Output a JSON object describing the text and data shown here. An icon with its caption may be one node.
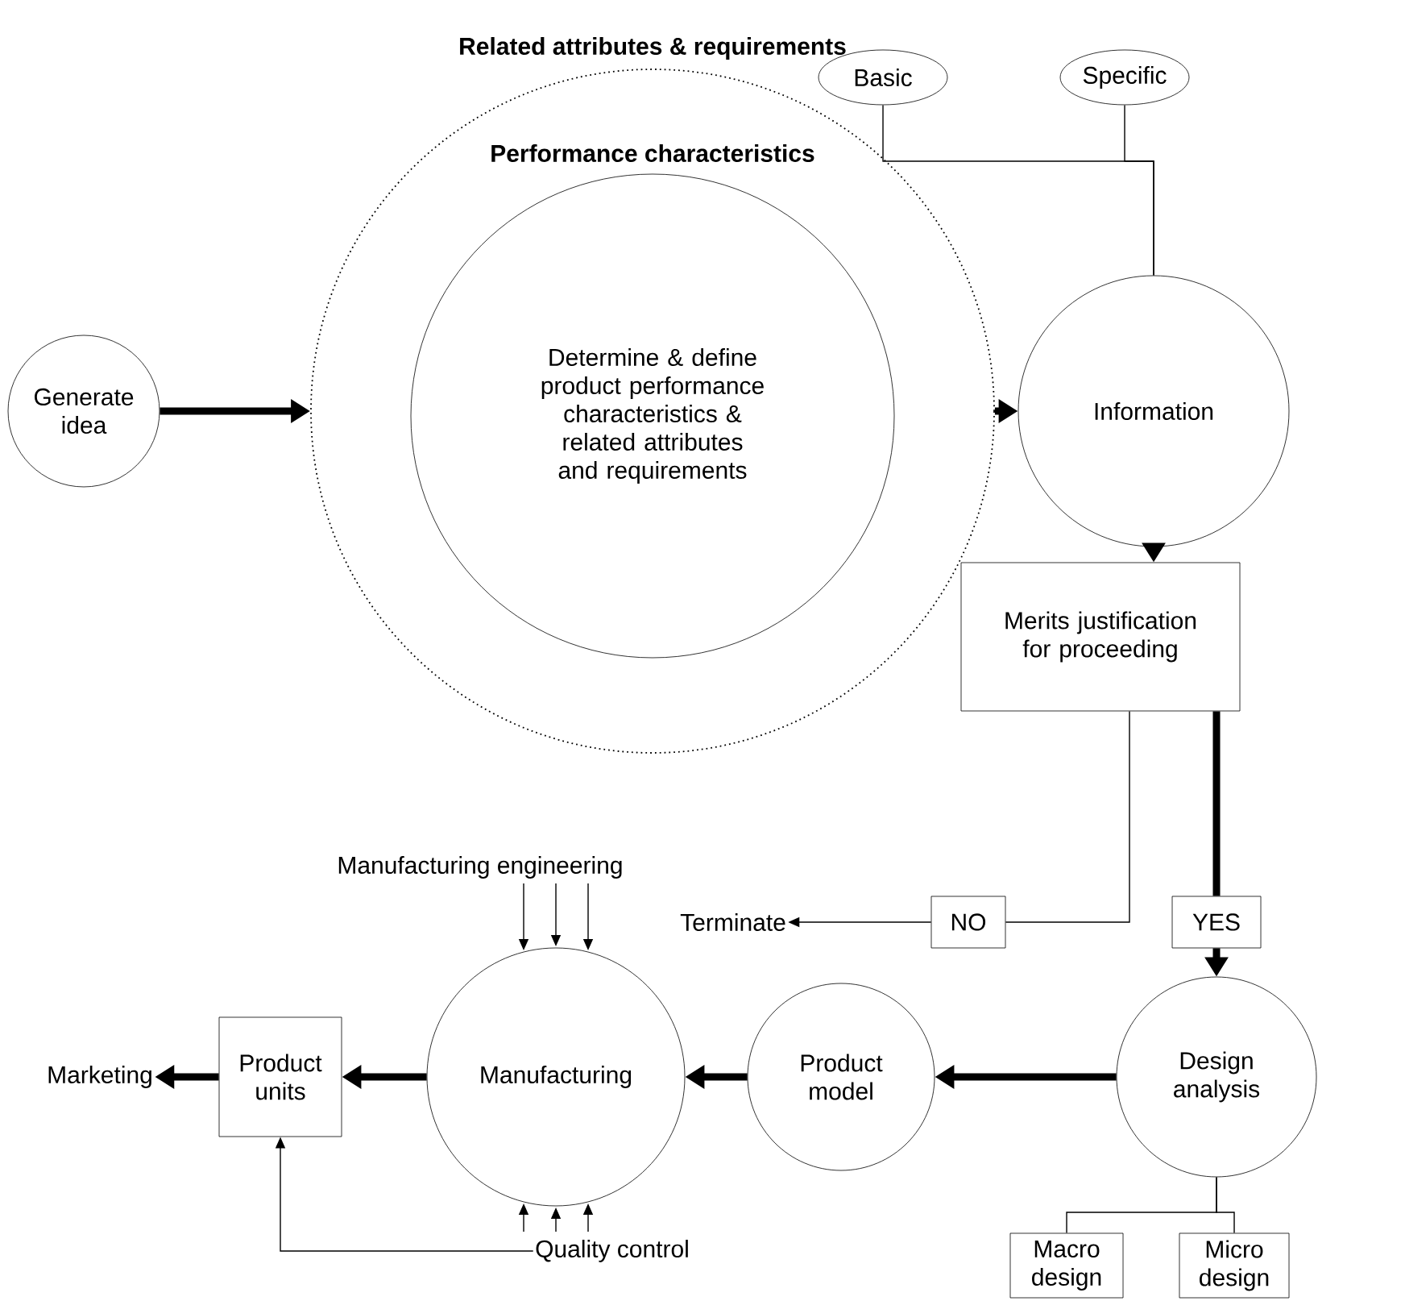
{
  "diagram": {
    "nodes": [
      {
        "text": [
          "Generate idea"
        ]
      },
      {
        "text": [
          "Related attributes & requirements"
        ]
      },
      {
        "text": [
          "Performance characteristics",
          "Determine & define product performance characteristics & related attributes and requirements"
        ],
        "in": 1
      },
      {
        "text": [
          "Basic"
        ]
      },
      {
        "text": [
          "Specific"
        ]
      },
      {
        "text": [
          "Information"
        ]
      },
      {
        "text": [
          "Merits justification for proceeding"
        ]
      },
      {
        "text": [
          "Manufacturing engineering"
        ]
      },
      {
        "text": [
          "Terminate"
        ]
      },
      {
        "text": [
          "NO"
        ]
      },
      {
        "text": [
          "YES"
        ]
      },
      {
        "text": [
          "Marketing"
        ]
      },
      {
        "text": [
          "Product units"
        ]
      },
      {
        "text": [
          "Manufacturing"
        ]
      },
      {
        "text": [
          "Product model"
        ]
      },
      {
        "text": [
          "Design analysis"
        ]
      },
      {
        "text": [
          "Quality control"
        ]
      },
      {
        "text": [
          "Macro design"
        ]
      },
      {
        "text": [
          "Micro design"
        ]
      }
    ],
    "edges": [
      {
        "from": 0,
        "to": 1,
        "arrow": "to",
        "style": "thick"
      },
      {
        "from": 1,
        "to": 5,
        "arrow": "to",
        "style": "thick"
      },
      {
        "from": 3,
        "to": 5,
        "arrow": "none"
      },
      {
        "from": 4,
        "to": 5,
        "arrow": "none"
      },
      {
        "from": 5,
        "to": 6,
        "arrow": "to",
        "style": "thick"
      },
      {
        "from": 6,
        "to": 9,
        "arrow": "none"
      },
      {
        "from": 9,
        "to": 8,
        "arrow": "to"
      },
      {
        "from": 6,
        "to": 10,
        "arrow": "none",
        "style": "thick"
      },
      {
        "from": 10,
        "to": 15,
        "arrow": "to",
        "style": "thick"
      },
      {
        "from": 15,
        "to": 14,
        "arrow": "to",
        "style": "thick"
      },
      {
        "from": 14,
        "to": 13,
        "arrow": "to",
        "style": "thick"
      },
      {
        "from": 13,
        "to": 12,
        "arrow": "to",
        "style": "thick"
      },
      {
        "from": 12,
        "to": 11,
        "arrow": "to",
        "style": "thick"
      },
      {
        "from": 7,
        "to": 13,
        "arrow": "to"
      },
      {
        "from": 7,
        "to": 13,
        "arrow": "to"
      },
      {
        "from": 7,
        "to": 13,
        "arrow": "to"
      },
      {
        "from": 16,
        "to": 13,
        "arrow": "to"
      },
      {
        "from": 16,
        "to": 13,
        "arrow": "to"
      },
      {
        "from": 16,
        "to": 13,
        "arrow": "to"
      },
      {
        "from": 16,
        "to": 12,
        "arrow": "to"
      },
      {
        "from": 15,
        "to": 17,
        "arrow": "none"
      },
      {
        "from": 15,
        "to": 18,
        "arrow": "none"
      }
    ]
  }
}
